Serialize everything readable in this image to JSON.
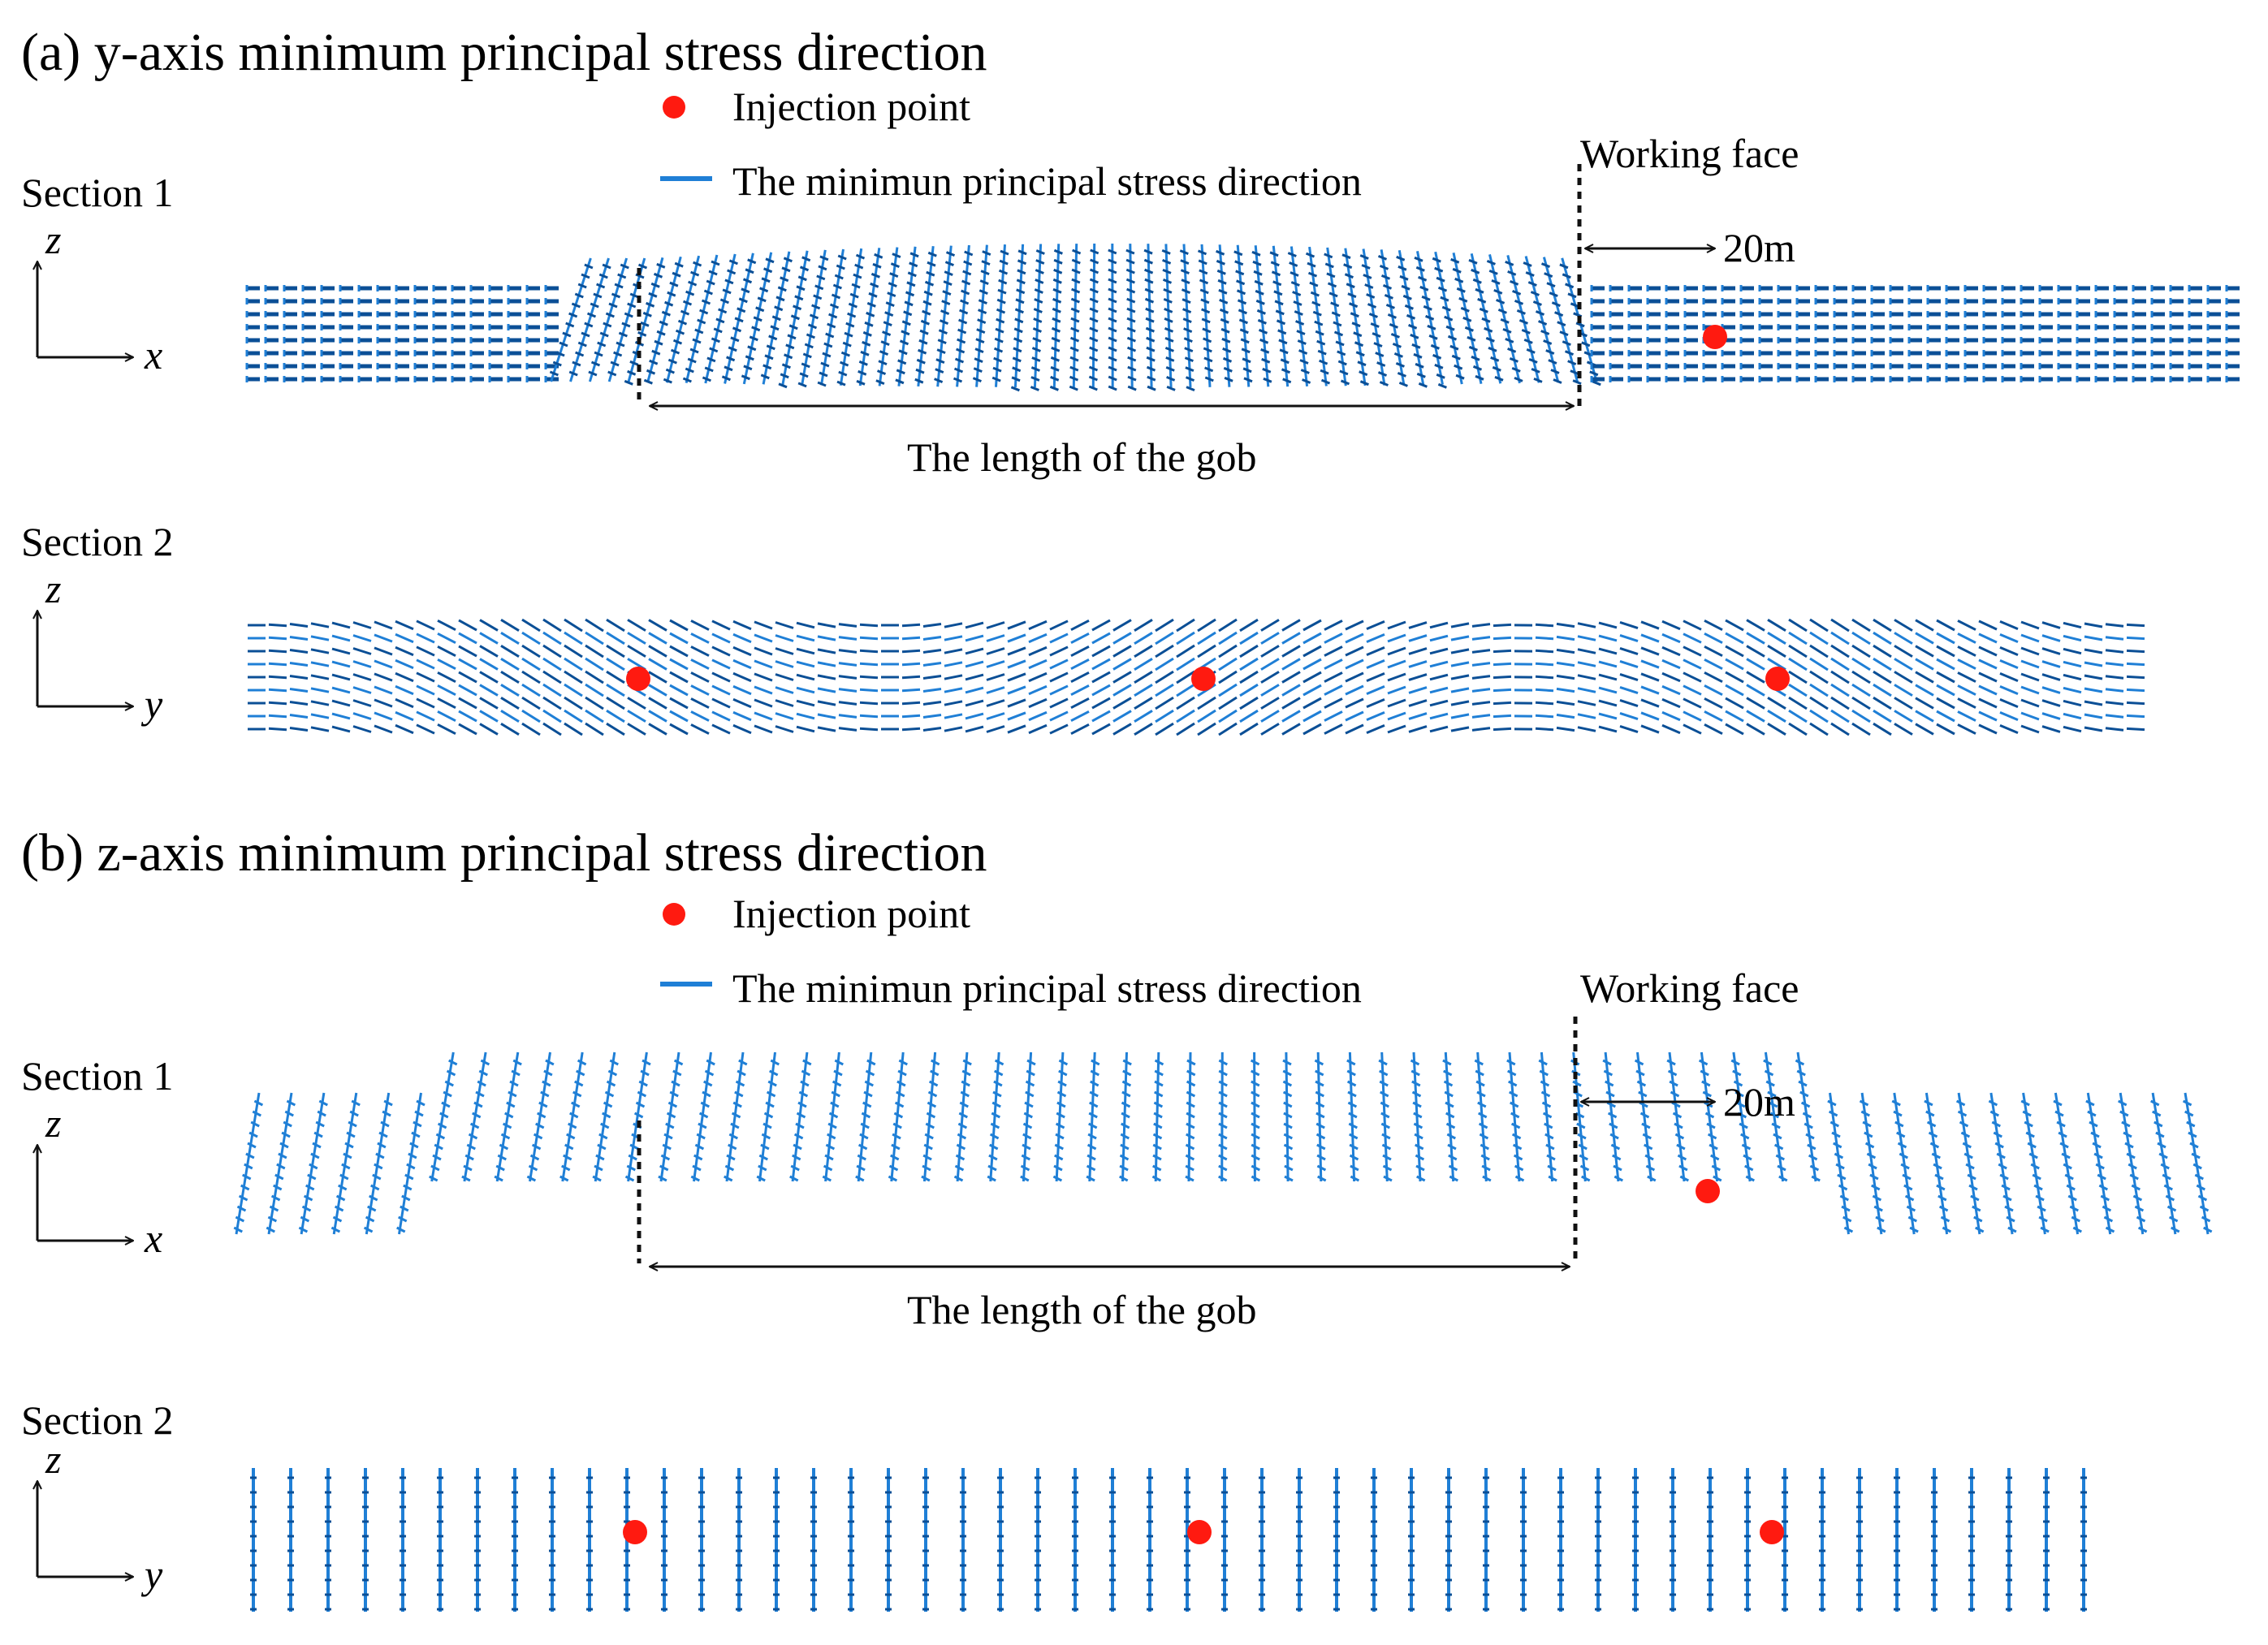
{
  "panels": [
    {
      "id": "a",
      "heading": "(a) y-axis minimum principal stress direction",
      "legend": {
        "injection_label": "Injection point",
        "direction_label": "The minimun principal stress direction"
      },
      "working_face_label": "Working face",
      "distance_label": "20m",
      "gob_label": "The length of the gob",
      "section1": {
        "label": "Section 1",
        "axis_vertical": "z",
        "axis_horizontal": "x"
      },
      "section2": {
        "label": "Section 2",
        "axis_vertical": "z",
        "axis_horizontal": "y"
      }
    },
    {
      "id": "b",
      "heading": "(b) z-axis minimum principal stress direction",
      "legend": {
        "injection_label": "Injection point",
        "direction_label": "The minimun principal stress direction"
      },
      "working_face_label": "Working face",
      "distance_label": "20m",
      "gob_label": "The length of the gob",
      "section1": {
        "label": "Section 1",
        "axis_vertical": "z",
        "axis_horizontal": "x"
      },
      "section2": {
        "label": "Section 2",
        "axis_vertical": "z",
        "axis_horizontal": "y"
      }
    }
  ],
  "colors": {
    "vector_light": "#1f7fd6",
    "vector_dark": "#0b4f96",
    "injection_point": "#ff1a10",
    "text": "#111111"
  }
}
